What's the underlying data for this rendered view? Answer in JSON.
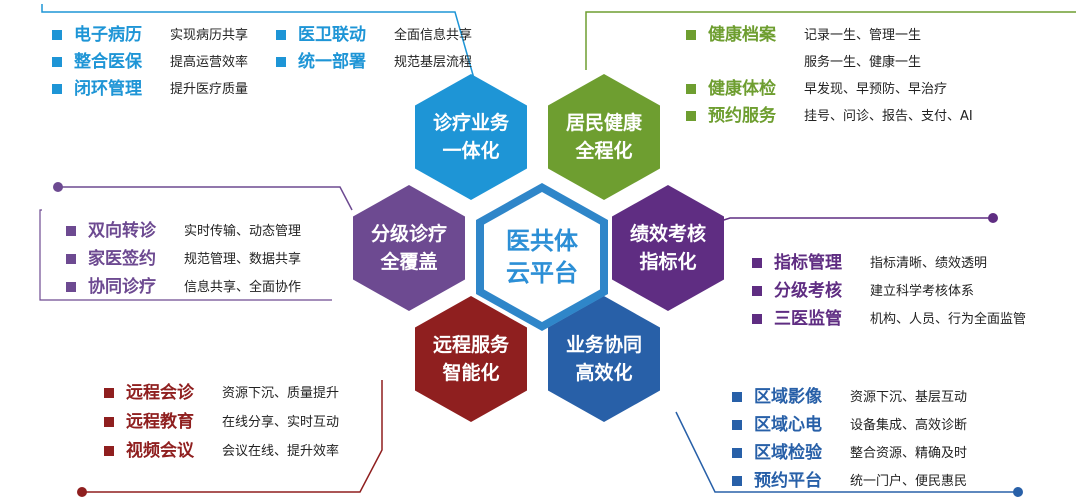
{
  "colors": {
    "blue": "#1e95d6",
    "green": "#6e9e30",
    "purple": "#5f2d82",
    "violet": "#6d4a91",
    "red": "#8f1f1f",
    "navy": "#2860a8",
    "core": "#2f86c9"
  },
  "center": {
    "line1": "医共体",
    "line2": "云平台"
  },
  "hexes": [
    {
      "id": "diagnosis",
      "line1": "诊疗业务",
      "line2": "一体化"
    },
    {
      "id": "health",
      "line1": "居民健康",
      "line2": "全程化"
    },
    {
      "id": "referral",
      "line1": "分级诊疗",
      "line2": "全覆盖"
    },
    {
      "id": "performance",
      "line1": "绩效考核",
      "line2": "指标化"
    },
    {
      "id": "remote",
      "line1": "远程服务",
      "line2": "智能化"
    },
    {
      "id": "collab",
      "line1": "业务协同",
      "line2": "高效化"
    }
  ],
  "groups": {
    "topleft_a": [
      {
        "term": "电子病历",
        "desc": "实现病历共享"
      },
      {
        "term": "整合医保",
        "desc": "提高运营效率"
      },
      {
        "term": "闭环管理",
        "desc": "提升医疗质量"
      }
    ],
    "topleft_b": [
      {
        "term": "医卫联动",
        "desc": "全面信息共享"
      },
      {
        "term": "统一部署",
        "desc": "规范基层流程"
      }
    ],
    "topright": [
      {
        "term": "健康档案",
        "desc": "记录一生、管理一生",
        "desc2": "服务一生、健康一生"
      },
      {
        "term": "健康体检",
        "desc": "早发现、早预防、早治疗"
      },
      {
        "term": "预约服务",
        "desc": "挂号、问诊、报告、支付、AI"
      }
    ],
    "midleft": [
      {
        "term": "双向转诊",
        "desc": "实时传输、动态管理"
      },
      {
        "term": "家医签约",
        "desc": "规范管理、数据共享"
      },
      {
        "term": "协同诊疗",
        "desc": "信息共享、全面协作"
      }
    ],
    "midright": [
      {
        "term": "指标管理",
        "desc": "指标清晰、绩效透明"
      },
      {
        "term": "分级考核",
        "desc": "建立科学考核体系"
      },
      {
        "term": "三医监管",
        "desc": "机构、人员、行为全面监管"
      }
    ],
    "botleft": [
      {
        "term": "远程会诊",
        "desc": "资源下沉、质量提升"
      },
      {
        "term": "远程教育",
        "desc": "在线分享、实时互动"
      },
      {
        "term": "视频会议",
        "desc": "会议在线、提升效率"
      }
    ],
    "botright": [
      {
        "term": "区域影像",
        "desc": "资源下沉、基层互动"
      },
      {
        "term": "区域心电",
        "desc": "设备集成、高效诊断"
      },
      {
        "term": "区域检验",
        "desc": "整合资源、精确及时"
      },
      {
        "term": "预约平台",
        "desc": "统一门户、便民惠民"
      }
    ]
  }
}
